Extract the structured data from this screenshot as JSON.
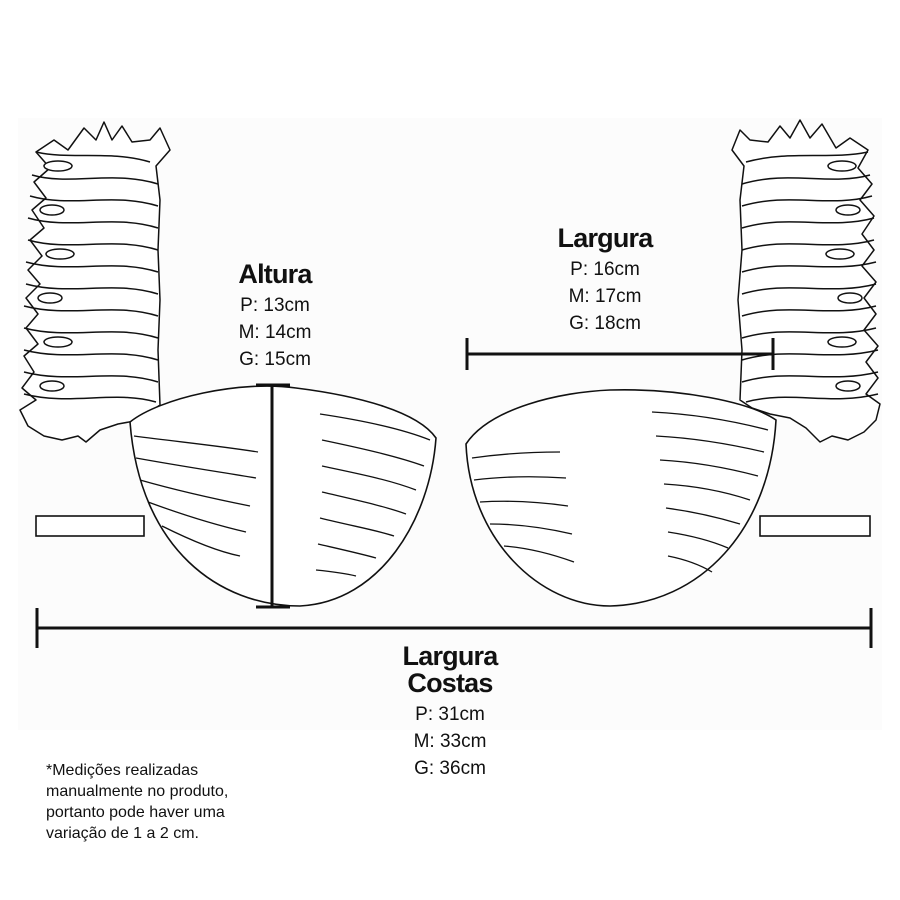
{
  "altura": {
    "title": "Altura",
    "sizes": [
      "P: 13cm",
      "M: 14cm",
      "G: 15cm"
    ]
  },
  "largura": {
    "title": "Largura",
    "sizes": [
      "P: 16cm",
      "M: 17cm",
      "G: 18cm"
    ]
  },
  "largura_costas": {
    "title_line1": "Largura",
    "title_line2": "Costas",
    "sizes": [
      "P: 31cm",
      "M: 33cm",
      "G: 36cm"
    ]
  },
  "note": "*Medições realizadas manualmente no produto, portanto pode haver uma variação de 1 a 2 cm."
}
